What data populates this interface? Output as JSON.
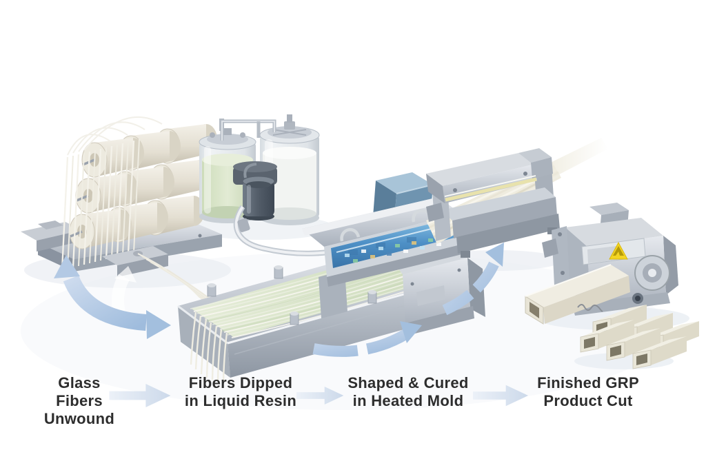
{
  "diagram": {
    "stages": [
      {
        "label": "Glass Fibers Unwound",
        "lines": [
          "Glass",
          "Fibers",
          "Unwound"
        ]
      },
      {
        "label": "Fibers Dipped in Liquid Resin",
        "lines": [
          "Fibers Dipped",
          "in Liquid Resin"
        ]
      },
      {
        "label": "Shaped & Cured in Heated Mold",
        "lines": [
          "Shaped & Cured",
          "in Heated Mold"
        ]
      },
      {
        "label": "Finished GRP Product Cut",
        "lines": [
          "Finished GRP",
          "Product Cut"
        ]
      }
    ],
    "colors": {
      "background": "#ffffff",
      "label_text": "#2d2d2d",
      "flow_arrow_fill": "#dce5f2",
      "curved_arrow_fill": "#a9c3e1",
      "machine_metal": "#b9c0ca",
      "resin_liquid": "#dbe5cc",
      "tank_liquid_green": "#dde8d0",
      "mold_glow_blue": "#5b9fd0",
      "mold_box_blue": "#6f94b0",
      "fiber_cream": "#efece0",
      "warning_yellow": "#f3d423"
    }
  }
}
